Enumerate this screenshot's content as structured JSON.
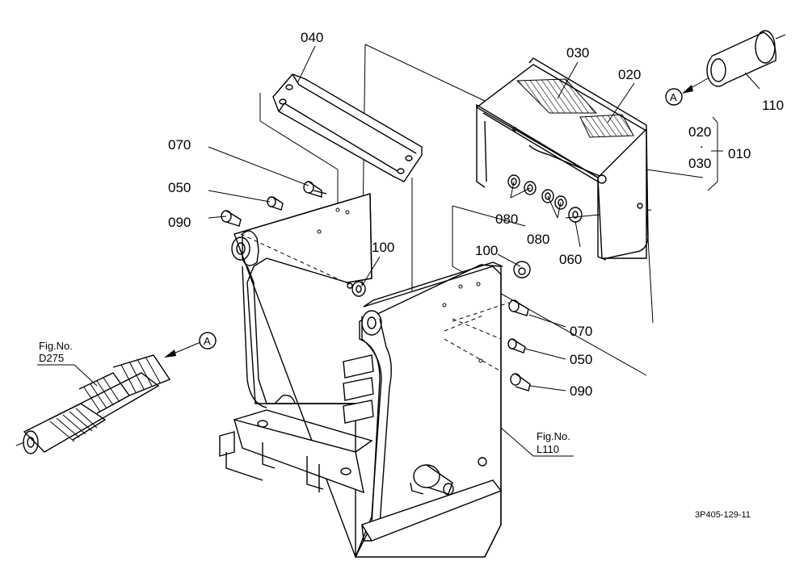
{
  "parts": {
    "p040": "040",
    "p030_top": "030",
    "p020_top": "020",
    "p110": "110",
    "p020_group": "020",
    "p030_group": "030",
    "p010": "010",
    "p070_left": "070",
    "p050_left": "050",
    "p090_left": "090",
    "p100_left": "100",
    "p100_right": "100",
    "p080_a": "080",
    "p080_b": "080",
    "p060": "060",
    "p070_right": "070",
    "p050_right": "050",
    "p090_right": "090",
    "group_dot": "."
  },
  "callouts": {
    "view_a_top": "A",
    "view_a_left": "A"
  },
  "refs": {
    "fig_d275_line1": "Fig.No.",
    "fig_d275_line2": "D275",
    "fig_l110_line1": "Fig.No.",
    "fig_l110_line2": "L110"
  },
  "drawing_code": "3P405-129-11"
}
